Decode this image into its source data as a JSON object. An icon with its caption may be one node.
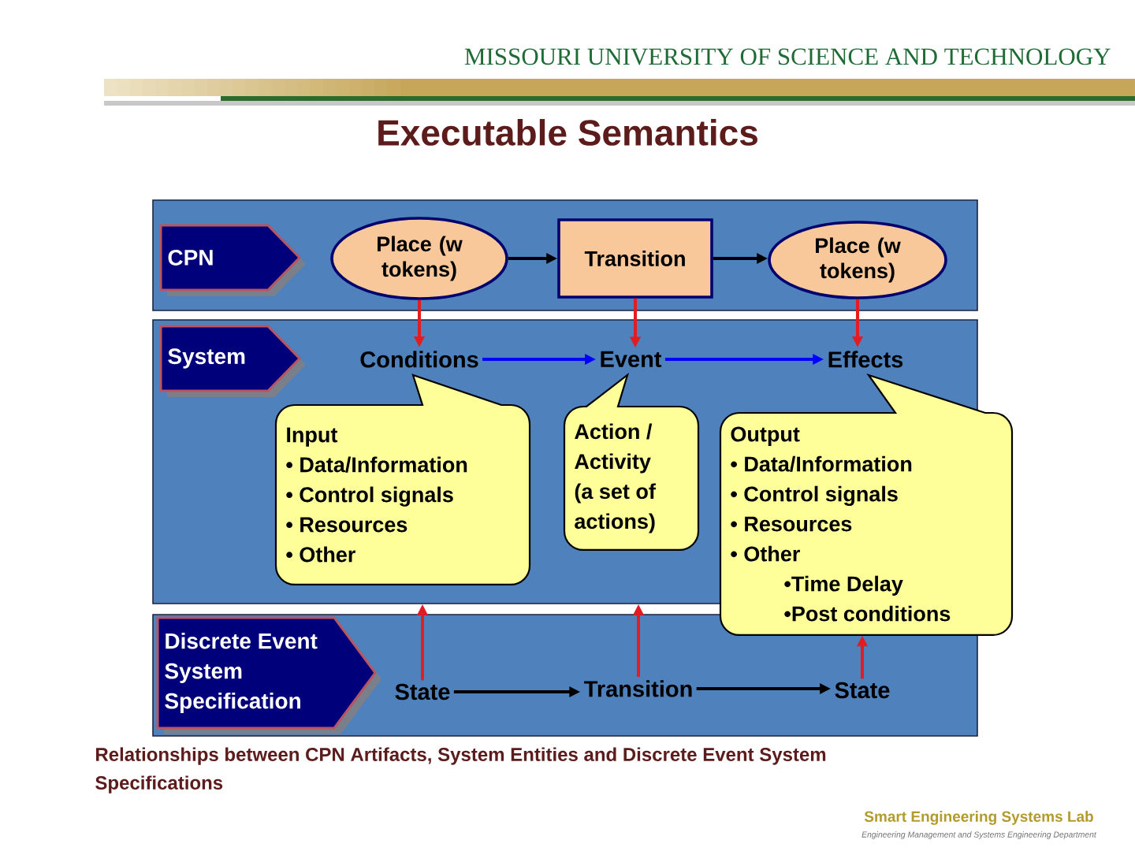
{
  "diagram": {
    "title": "Executable Semantics",
    "caption": "Relationships between CPN Artifacts, System Entities and Discrete Event System Specifications",
    "nodes": [
      {
        "text": [],
        "shape": "box"
      },
      {
        "text": [
          "CPN"
        ],
        "in": 0
      },
      {
        "text": [
          "Place (w tokens)"
        ],
        "in": 0
      },
      {
        "text": [
          "Transition"
        ],
        "in": 0
      },
      {
        "text": [
          "Place (w tokens)"
        ],
        "in": 0
      },
      {
        "text": [],
        "shape": "box"
      },
      {
        "text": [
          "System"
        ],
        "in": 5
      },
      {
        "text": [
          "Conditions"
        ],
        "in": 5
      },
      {
        "text": [
          "Event"
        ],
        "in": 5
      },
      {
        "text": [
          "Effects"
        ],
        "in": 5
      },
      {
        "text": [
          "Input",
          "• Data/Information",
          "• Control signals",
          "• Resources",
          "• Other"
        ],
        "in": 5
      },
      {
        "text": [
          "Action / Activity (a set of actions)"
        ],
        "in": 5
      },
      {
        "text": [
          "Output",
          "• Data/Information",
          "• Control signals",
          "• Resources",
          "• Other",
          "•Time Delay",
          "•Post conditions"
        ]
      },
      {
        "text": [],
        "shape": "box"
      },
      {
        "text": [
          "Discrete Event System Specification"
        ],
        "in": 13
      },
      {
        "text": [
          "State"
        ],
        "in": 13
      },
      {
        "text": [
          "Transition"
        ],
        "in": 13
      },
      {
        "text": [
          "State"
        ],
        "in": 13
      }
    ],
    "edges": [
      {
        "from": 2,
        "to": 3,
        "arrow": "to",
        "color": "#000000"
      },
      {
        "from": 3,
        "to": 4,
        "arrow": "to",
        "color": "#000000"
      },
      {
        "from": 2,
        "to": 7,
        "arrow": "to",
        "color": "#e31b23"
      },
      {
        "from": 3,
        "to": 8,
        "arrow": "to",
        "color": "#e31b23"
      },
      {
        "from": 4,
        "to": 9,
        "arrow": "to",
        "color": "#e31b23"
      },
      {
        "from": 7,
        "to": 8,
        "arrow": "to",
        "color": "#0000ff"
      },
      {
        "from": 8,
        "to": 9,
        "arrow": "to",
        "color": "#0000ff"
      },
      {
        "from": 15,
        "to": 16,
        "arrow": "to",
        "color": "#000000"
      },
      {
        "from": 16,
        "to": 17,
        "arrow": "to",
        "color": "#000000"
      },
      {
        "from": 15,
        "to": 5,
        "arrow": "to",
        "color": "#e31b23"
      },
      {
        "from": 16,
        "to": 5,
        "arrow": "to",
        "color": "#e31b23"
      },
      {
        "from": 17,
        "to": 12,
        "arrow": "to",
        "color": "#e31b23"
      }
    ],
    "labels": [
      "MISSOURI UNIVERSITY OF SCIENCE AND TECHNOLOGY",
      "Smart Engineering Systems Lab",
      "Engineering Management and Systems Engineering Department"
    ]
  }
}
